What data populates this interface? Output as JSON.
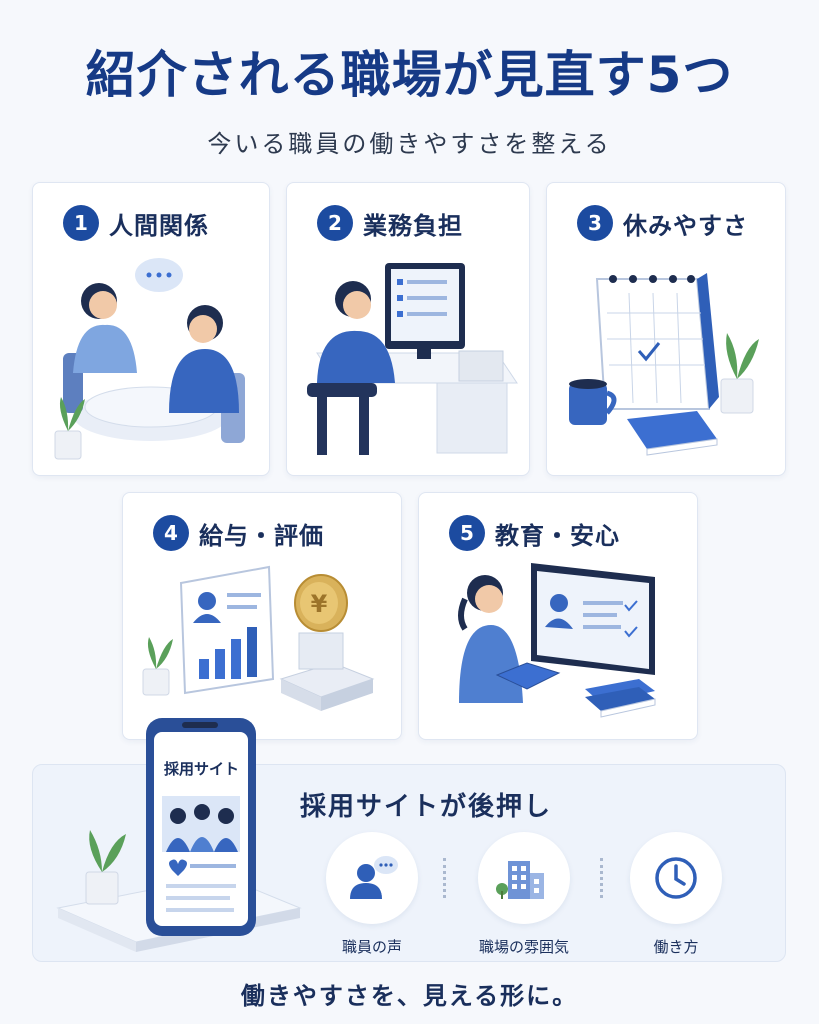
{
  "title": "紹介される職場が見直す5つ",
  "subtitle": "今いる職員の働きやすさを整える",
  "cards": [
    {
      "number": "1",
      "label": "人間関係"
    },
    {
      "number": "2",
      "label": "業務負担"
    },
    {
      "number": "3",
      "label": "休みやすさ"
    },
    {
      "number": "4",
      "label": "給与・評価"
    },
    {
      "number": "5",
      "label": "教育・安心"
    }
  ],
  "phone": {
    "screen_title": "採用サイト"
  },
  "promo": {
    "title": "採用サイトが後押し",
    "features": [
      {
        "label": "職員の声",
        "icon": "person-speech-icon"
      },
      {
        "label": "職場の雰囲気",
        "icon": "building-icon"
      },
      {
        "label": "働き方",
        "icon": "clock-icon"
      }
    ]
  },
  "coin_symbol": "¥",
  "footer": "働きやすさを、見える形に。",
  "colors": {
    "primary": "#1c4ba0",
    "accent": "#3c6fd1",
    "background": "#f6f8fc"
  }
}
